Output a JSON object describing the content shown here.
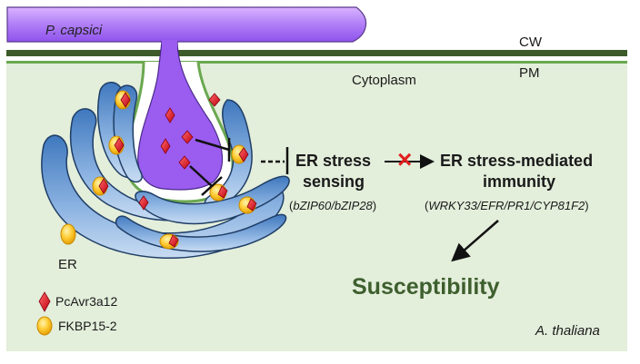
{
  "labels": {
    "pathogen": "P. capsici",
    "cell_wall": "CW",
    "plasma_membrane": "PM",
    "cytoplasm": "Cytoplasm",
    "er": "ER",
    "host": "A. thaliana"
  },
  "pathway": {
    "sensing_line1": "ER stress",
    "sensing_line2": "sensing",
    "sensing_genes_open": "(",
    "sensing_genes": "bZIP60/bZIP28",
    "sensing_genes_close": ")",
    "immunity_line1": "ER stress-mediated",
    "immunity_line2": "immunity",
    "immunity_genes_open": "(",
    "immunity_genes": "WRKY33/EFR/PR1/CYP81F2",
    "immunity_genes_close": ")",
    "outcome": "Susceptibility",
    "blocked_marker": "×"
  },
  "legend": [
    {
      "label": "PcAvr3a12",
      "shape": "red-diamond"
    },
    {
      "label": "FKBP15-2",
      "shape": "yellow-oval"
    }
  ],
  "colors": {
    "pathogen_purple": "#9b5cf0",
    "cell_wall_green": "#3d5a2a",
    "membrane_green": "#6aa84f",
    "cytoplasm_bg": "#e3eedb",
    "er_blue": "#7aa6d8",
    "effector_red": "#e01b24",
    "fkbp_yellow": "#f5b800",
    "outcome_green": "#3e5f2e"
  }
}
